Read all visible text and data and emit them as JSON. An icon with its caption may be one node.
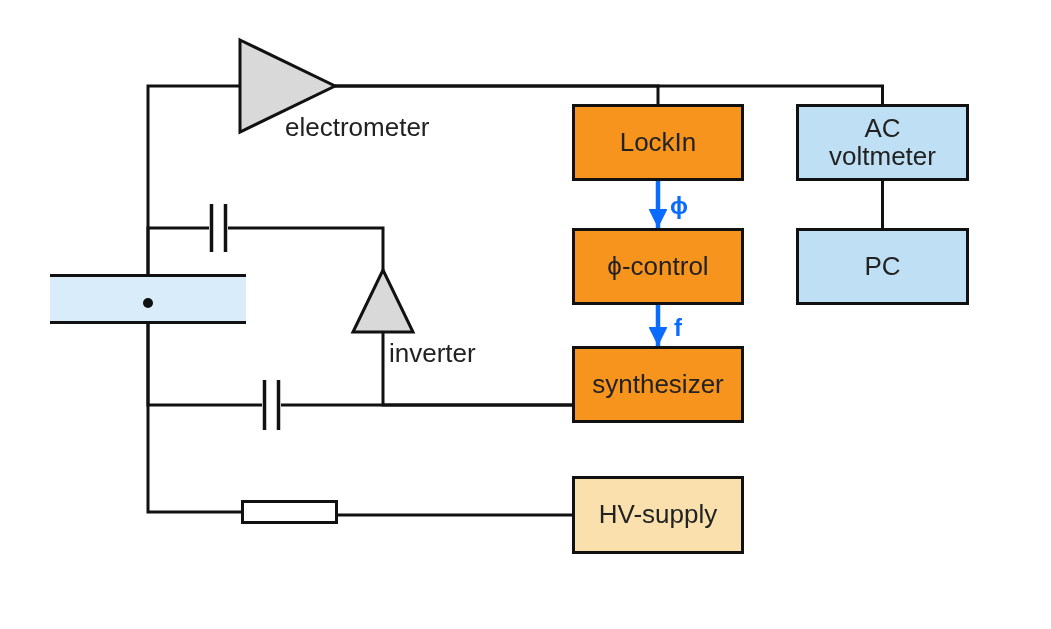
{
  "diagram": {
    "nodes": [
      {
        "text": [
          "electrometer"
        ]
      },
      {
        "text": [
          "LockIn"
        ]
      },
      {
        "text": [
          "AC voltmeter"
        ]
      },
      {
        "text": [
          "ϕ-control"
        ]
      },
      {
        "text": [
          "PC"
        ]
      },
      {
        "text": [
          "synthesizer"
        ]
      },
      {
        "text": [
          "HV-supply"
        ]
      },
      {
        "text": [],
        "shape": "band"
      },
      {
        "text": [],
        "shape": "capacitor"
      },
      {
        "text": [
          "inverter"
        ]
      },
      {
        "text": [],
        "shape": "capacitor"
      },
      {
        "text": [],
        "shape": "resistor"
      }
    ],
    "edges": [
      {
        "from": 7,
        "to": 0,
        "arrow": "none"
      },
      {
        "from": 0,
        "to": 1,
        "arrow": "none"
      },
      {
        "from": 0,
        "to": 2,
        "arrow": "none"
      },
      {
        "from": 2,
        "to": 4,
        "arrow": "none"
      },
      {
        "from": 1,
        "to": 3,
        "arrow": "to",
        "label": "ϕ",
        "color": "#0a6cff"
      },
      {
        "from": 3,
        "to": 5,
        "arrow": "to",
        "label": "f",
        "color": "#0a6cff"
      },
      {
        "from": 7,
        "to": 8,
        "arrow": "none"
      },
      {
        "from": 8,
        "to": 9,
        "arrow": "none"
      },
      {
        "from": 5,
        "to": 9,
        "arrow": "none"
      },
      {
        "from": 5,
        "to": 10,
        "arrow": "none"
      },
      {
        "from": 10,
        "to": 7,
        "arrow": "none"
      },
      {
        "from": 7,
        "to": 11,
        "arrow": "none"
      },
      {
        "from": 11,
        "to": 6,
        "arrow": "none"
      }
    ]
  }
}
